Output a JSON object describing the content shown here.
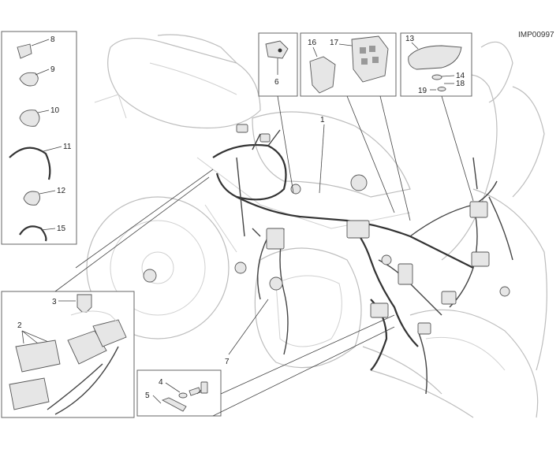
{
  "diagram_code": "IMP00997",
  "labels": {
    "l1": "1",
    "l2": "2",
    "l3": "3",
    "l4": "4",
    "l5": "5",
    "l6": "6",
    "l7": "7",
    "l8": "8",
    "l9": "9",
    "l10": "10",
    "l11": "11",
    "l12": "12",
    "l13": "13",
    "l14": "14",
    "l15": "15",
    "l16": "16",
    "l17": "17",
    "l18": "18",
    "l19": "19"
  }
}
